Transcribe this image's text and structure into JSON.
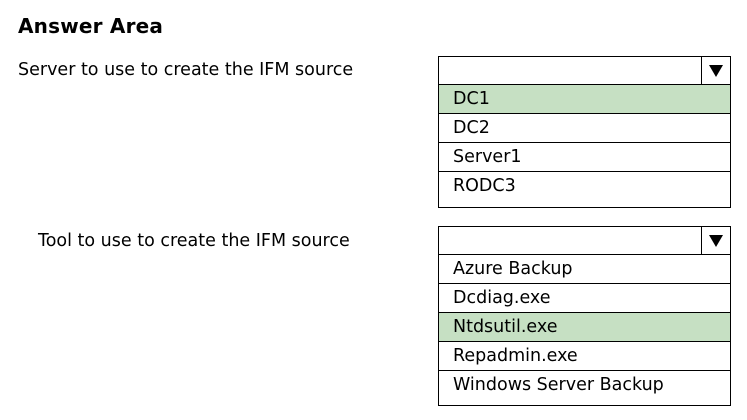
{
  "heading": "Answer Area",
  "questions": [
    {
      "label": "Server to use to create the IFM source",
      "selected_value": "",
      "options": [
        "DC1",
        "DC2",
        "Server1",
        "RODC3"
      ],
      "highlighted": "DC1"
    },
    {
      "label": "Tool to use to create the IFM source",
      "selected_value": "",
      "options": [
        "Azure Backup",
        "Dcdiag.exe",
        "Ntdsutil.exe",
        "Repadmin.exe",
        "Windows Server Backup"
      ],
      "highlighted": "Ntdsutil.exe"
    }
  ],
  "colors": {
    "highlight": "#c6e0c3",
    "border": "#000000"
  },
  "icons": {
    "dropdown": "chevron-down-icon"
  }
}
